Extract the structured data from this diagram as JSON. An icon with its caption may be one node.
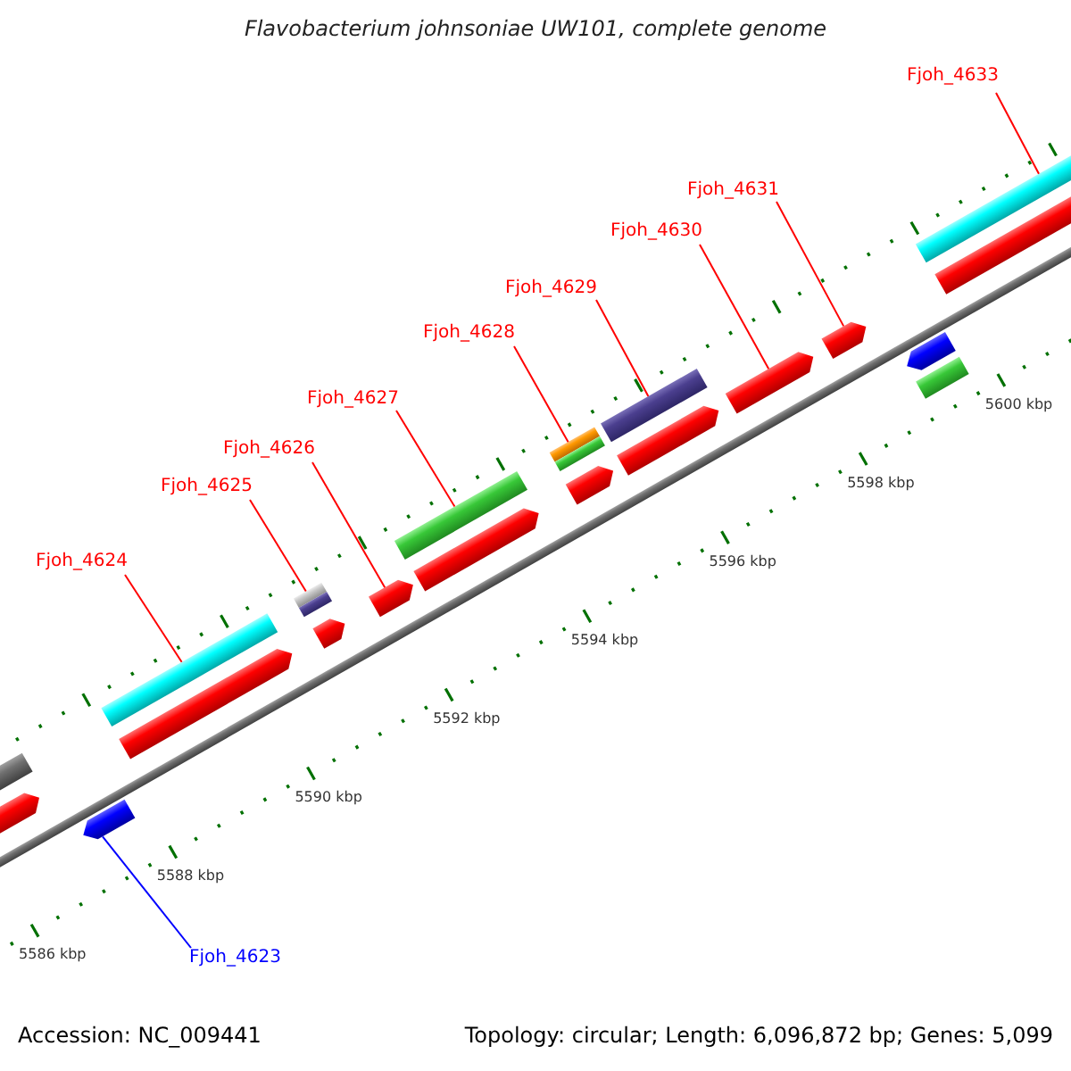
{
  "diagram": {
    "title": "Flavobacterium johnsoniae UW101, complete genome",
    "nodes": [
      {
        "text": [
          "Fjoh_4633"
        ]
      },
      {
        "text": [
          "Fjoh_4631"
        ]
      },
      {
        "text": [
          "Fjoh_4630"
        ]
      },
      {
        "text": [
          "Fjoh_4629"
        ]
      },
      {
        "text": [
          "Fjoh_4628"
        ]
      },
      {
        "text": [
          "Fjoh_4627"
        ]
      },
      {
        "text": [
          "Fjoh_4626"
        ]
      },
      {
        "text": [
          "Fjoh_4625"
        ]
      },
      {
        "text": [
          "Fjoh_4624"
        ]
      },
      {
        "text": [
          "Fjoh_4623"
        ]
      },
      {
        "text": [],
        "shape": "bar"
      },
      {
        "text": [],
        "shape": "bar"
      },
      {
        "text": [],
        "shape": "bar"
      },
      {
        "text": [],
        "shape": "bar"
      },
      {
        "text": [],
        "shape": "bar"
      },
      {
        "text": [],
        "shape": "bar"
      },
      {
        "text": [],
        "shape": "bar"
      },
      {
        "text": [],
        "shape": "bar"
      },
      {
        "text": [],
        "shape": "bar"
      },
      {
        "text": [],
        "shape": "bar"
      },
      {
        "text": [],
        "shape": "bar"
      },
      {
        "text": [],
        "shape": "bar"
      }
    ],
    "edges": [
      {
        "from": 0,
        "to": 21,
        "arrow": "none"
      },
      {
        "from": 1,
        "to": 19,
        "arrow": "none"
      },
      {
        "from": 2,
        "to": 18,
        "arrow": "none"
      },
      {
        "from": 3,
        "to": 17,
        "arrow": "none"
      },
      {
        "from": 4,
        "to": 16,
        "arrow": "none"
      },
      {
        "from": 5,
        "to": 15,
        "arrow": "none"
      },
      {
        "from": 6,
        "to": 14,
        "arrow": "none"
      },
      {
        "from": 7,
        "to": 13,
        "arrow": "none"
      },
      {
        "from": 8,
        "to": 12,
        "arrow": "none"
      },
      {
        "from": 9,
        "to": 11,
        "arrow": "none",
        "color": "#0000ff"
      }
    ],
    "labels": [
      "5600 kbp",
      "5598 kbp",
      "5596 kbp",
      "5594 kbp",
      "5592 kbp",
      "5590 kbp",
      "5588 kbp",
      "5586 kbp",
      "Accession: NC_009441",
      "Topology: circular; Length: 6,096,872 bp; Genes: 5,099"
    ]
  }
}
